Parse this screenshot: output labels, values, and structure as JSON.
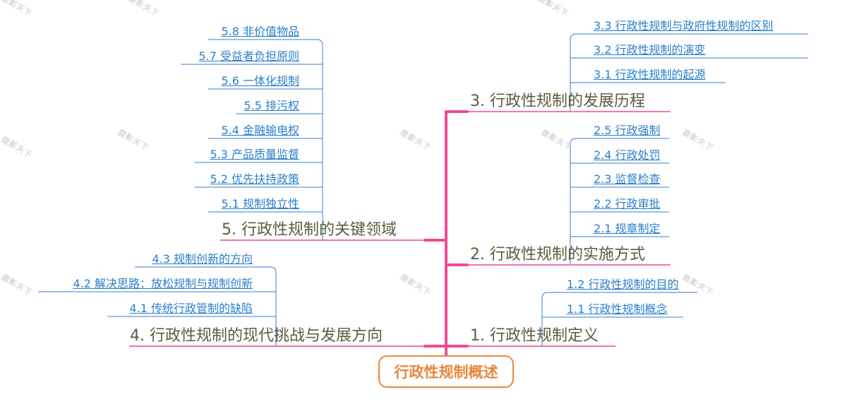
{
  "root": {
    "label": "行政性规制概述"
  },
  "watermark": "鹿影天下",
  "colors": {
    "trunk": "#f04a94",
    "leafline": "#3a7bd5",
    "root_border": "#e8873a",
    "leaf_text": "#2a7fc9",
    "branch_text": "#5c5c3c"
  },
  "branches": {
    "b1": {
      "label": "1. 行政性规制定义",
      "leaves": [
        "1.2 行政性规制的目的",
        "1.1 行政性规制概念"
      ]
    },
    "b2": {
      "label": "2. 行政性规制的实施方式",
      "leaves": [
        "2.5 行政强制",
        "2.4 行政处罚",
        "2.3 监督检查",
        "2.2 行政审批",
        "2.1 规章制定"
      ]
    },
    "b3": {
      "label": "3. 行政性规制的发展历程",
      "leaves": [
        "3.3 行政性规制与政府性规制的区别",
        "3.2 行政性规制的演变",
        "3.1 行政性规制的起源"
      ]
    },
    "b4": {
      "label": "4. 行政性规制的现代挑战与发展方向",
      "leaves": [
        "4.3 规制创新的方向",
        "4.2 解决思路：放松规制与规制创新",
        "4.1 传统行政管制的缺陷"
      ]
    },
    "b5": {
      "label": "5. 行政性规制的关键领域",
      "leaves": [
        "5.8 非价值物品",
        "5.7 受益者负担原则",
        "5.6 一体化规制",
        "5.5 排污权",
        "5.4 金融输电权",
        "5.3 产品质量监督",
        "5.2 优先扶持政策",
        "5.1 规制独立性"
      ]
    }
  }
}
